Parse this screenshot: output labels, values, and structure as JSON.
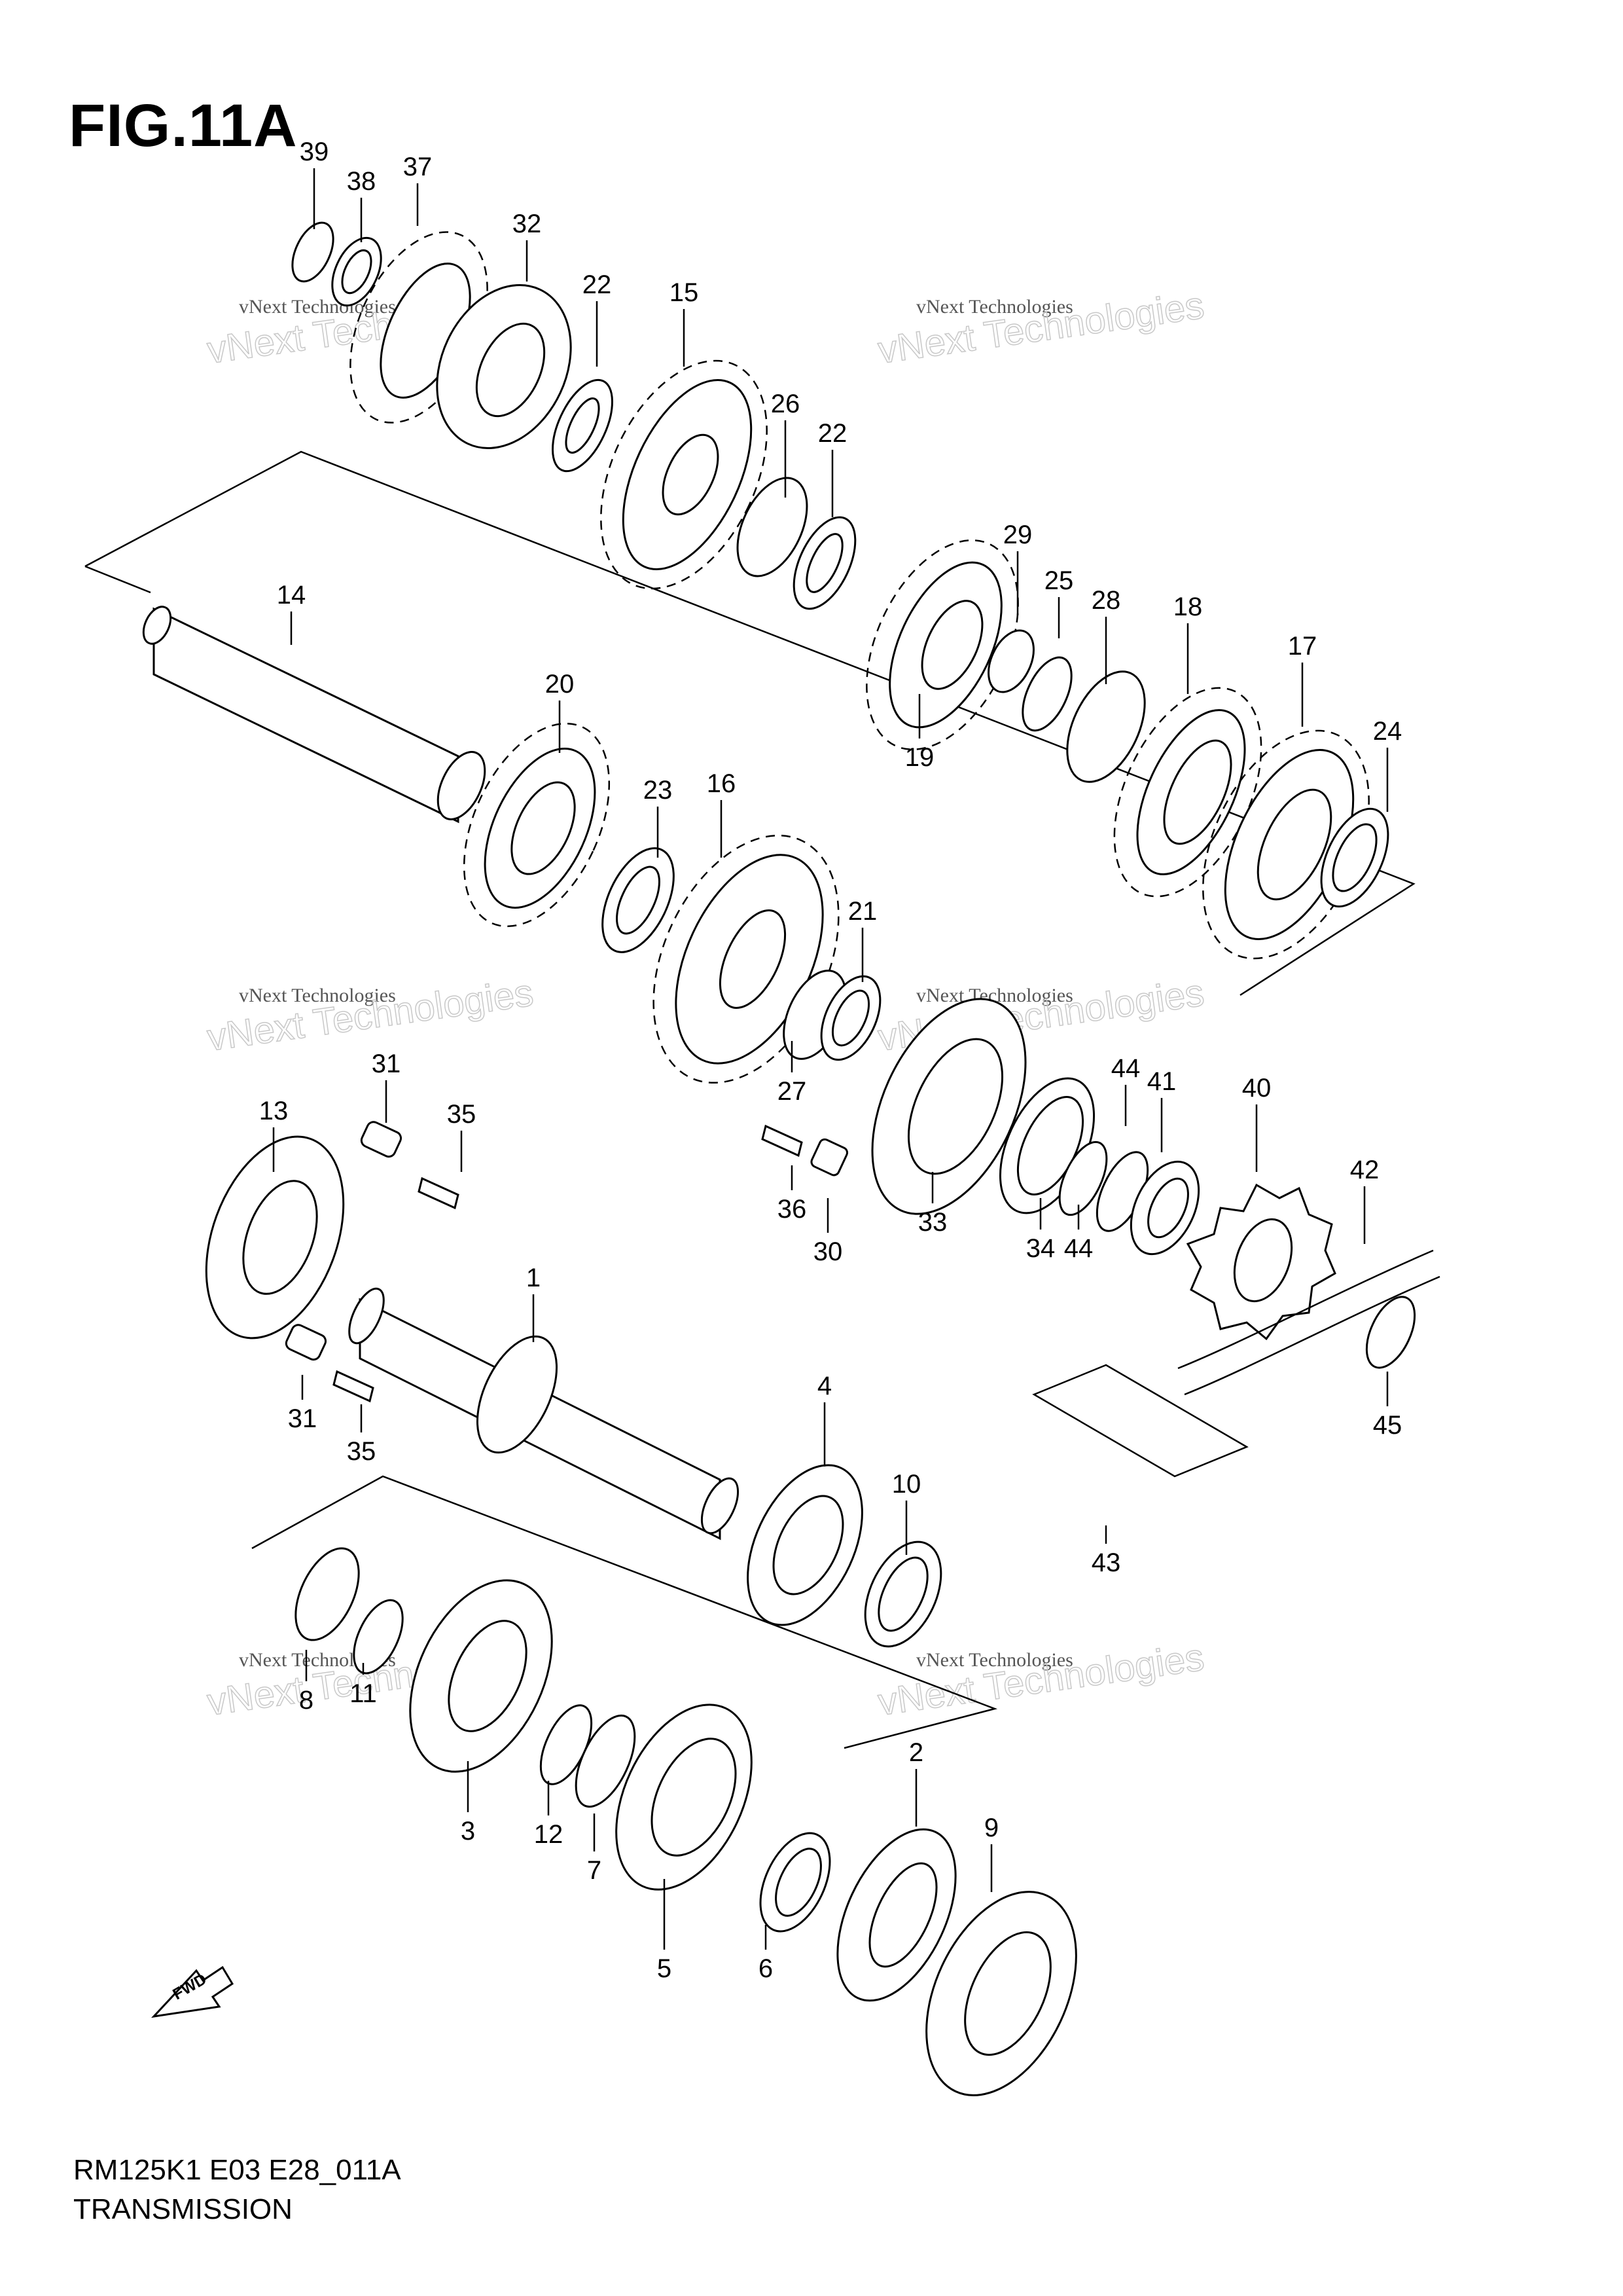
{
  "figure": {
    "title": "FIG.11A",
    "model_code": "RM125K1 E03 E28_011A",
    "section_name": "TRANSMISSION",
    "fwd_label": "FWD"
  },
  "watermark": {
    "line1": "vNext Technologies",
    "line2": "vNext Technologies"
  },
  "callouts": [
    {
      "id": "c39",
      "label": "39"
    },
    {
      "id": "c38",
      "label": "38"
    },
    {
      "id": "c37",
      "label": "37"
    },
    {
      "id": "c32",
      "label": "32"
    },
    {
      "id": "c22a",
      "label": "22"
    },
    {
      "id": "c15",
      "label": "15"
    },
    {
      "id": "c26",
      "label": "26"
    },
    {
      "id": "c22b",
      "label": "22"
    },
    {
      "id": "c29",
      "label": "29"
    },
    {
      "id": "c25",
      "label": "25"
    },
    {
      "id": "c28",
      "label": "28"
    },
    {
      "id": "c18",
      "label": "18"
    },
    {
      "id": "c17",
      "label": "17"
    },
    {
      "id": "c24",
      "label": "24"
    },
    {
      "id": "c19",
      "label": "19"
    },
    {
      "id": "c14",
      "label": "14"
    },
    {
      "id": "c20",
      "label": "20"
    },
    {
      "id": "c23",
      "label": "23"
    },
    {
      "id": "c16",
      "label": "16"
    },
    {
      "id": "c21",
      "label": "21"
    },
    {
      "id": "c27",
      "label": "27"
    },
    {
      "id": "c31a",
      "label": "31"
    },
    {
      "id": "c35a",
      "label": "35"
    },
    {
      "id": "c13",
      "label": "13"
    },
    {
      "id": "c36",
      "label": "36"
    },
    {
      "id": "c30",
      "label": "30"
    },
    {
      "id": "c33",
      "label": "33"
    },
    {
      "id": "c44a",
      "label": "44"
    },
    {
      "id": "c41",
      "label": "41"
    },
    {
      "id": "c40",
      "label": "40"
    },
    {
      "id": "c42",
      "label": "42"
    },
    {
      "id": "c34",
      "label": "34"
    },
    {
      "id": "c44b",
      "label": "44"
    },
    {
      "id": "c45",
      "label": "45"
    },
    {
      "id": "c1",
      "label": "1"
    },
    {
      "id": "c31b",
      "label": "31"
    },
    {
      "id": "c35b",
      "label": "35"
    },
    {
      "id": "c4",
      "label": "4"
    },
    {
      "id": "c10",
      "label": "10"
    },
    {
      "id": "c43",
      "label": "43"
    },
    {
      "id": "c8",
      "label": "8"
    },
    {
      "id": "c11",
      "label": "11"
    },
    {
      "id": "c3",
      "label": "3"
    },
    {
      "id": "c12",
      "label": "12"
    },
    {
      "id": "c7",
      "label": "7"
    },
    {
      "id": "c5",
      "label": "5"
    },
    {
      "id": "c6",
      "label": "6"
    },
    {
      "id": "c2",
      "label": "2"
    },
    {
      "id": "c9",
      "label": "9"
    }
  ]
}
